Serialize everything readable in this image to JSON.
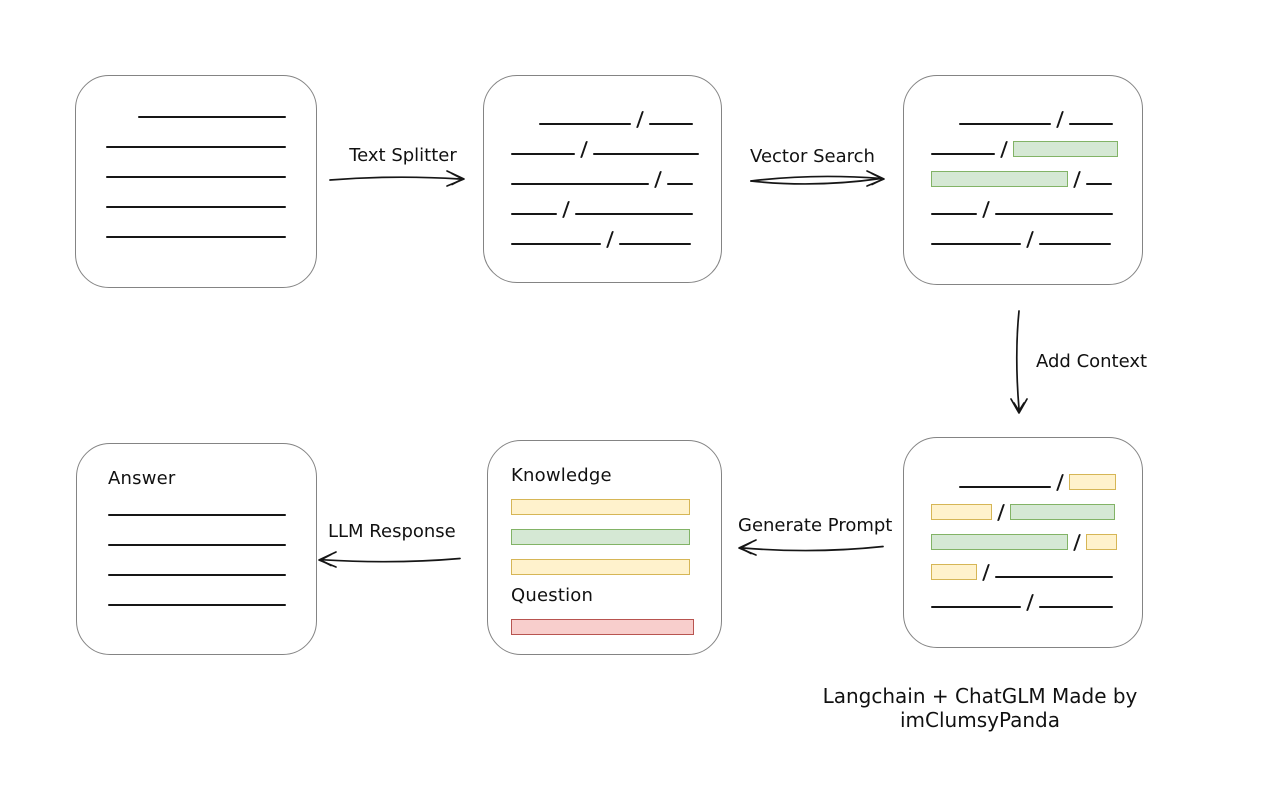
{
  "caption": "Langchain + ChatGLM Made by imClumsyPanda",
  "colors": {
    "ink": "#161616",
    "box_border": "#848484",
    "green_fill": "#d5e8d4",
    "green_border": "#82b366",
    "yellow_fill": "#fff2cc",
    "yellow_border": "#d6b656",
    "red_fill": "#f8cecc",
    "red_border": "#b85450"
  },
  "arrow_labels": {
    "text_splitter": "Text Splitter",
    "vector_search": "Vector Search",
    "add_context": "Add Context",
    "generate_prompt": "Generate Prompt",
    "llm_response": "LLM Response"
  },
  "boxes": {
    "source_document": {
      "rows": [
        {
          "ind": 32,
          "segs": [
            [
              "line",
              148
            ]
          ]
        },
        {
          "segs": [
            [
              "line",
              180
            ]
          ]
        },
        {
          "segs": [
            [
              "line",
              180
            ]
          ]
        },
        {
          "segs": [
            [
              "line",
              180
            ]
          ]
        },
        {
          "segs": [
            [
              "line",
              180
            ]
          ]
        }
      ]
    },
    "split_chunks": {
      "rows": [
        {
          "ind": 28,
          "segs": [
            [
              "line",
              92
            ],
            [
              "slash"
            ],
            [
              "line",
              44
            ]
          ]
        },
        {
          "segs": [
            [
              "line",
              64
            ],
            [
              "slash"
            ],
            [
              "line",
              106
            ]
          ]
        },
        {
          "segs": [
            [
              "line",
              138
            ],
            [
              "slash"
            ],
            [
              "line",
              26
            ]
          ]
        },
        {
          "segs": [
            [
              "line",
              46
            ],
            [
              "slash"
            ],
            [
              "line",
              118
            ]
          ]
        },
        {
          "segs": [
            [
              "line",
              90
            ],
            [
              "slash"
            ],
            [
              "line",
              72
            ]
          ]
        }
      ]
    },
    "matched_chunks": {
      "rows": [
        {
          "ind": 28,
          "segs": [
            [
              "line",
              92
            ],
            [
              "slash"
            ],
            [
              "line",
              44
            ]
          ]
        },
        {
          "segs": [
            [
              "line",
              64
            ],
            [
              "slash"
            ],
            [
              "green",
              103
            ]
          ]
        },
        {
          "segs": [
            [
              "green",
              135
            ],
            [
              "slash"
            ],
            [
              "line",
              26
            ]
          ]
        },
        {
          "segs": [
            [
              "line",
              46
            ],
            [
              "slash"
            ],
            [
              "line",
              118
            ]
          ]
        },
        {
          "segs": [
            [
              "line",
              90
            ],
            [
              "slash"
            ],
            [
              "line",
              72
            ]
          ]
        }
      ]
    },
    "context_chunks": {
      "rows": [
        {
          "ind": 28,
          "segs": [
            [
              "line",
              92
            ],
            [
              "slash"
            ],
            [
              "yellow",
              45
            ]
          ]
        },
        {
          "segs": [
            [
              "yellow",
              59
            ],
            [
              "slash"
            ],
            [
              "green",
              103
            ]
          ]
        },
        {
          "segs": [
            [
              "green",
              135
            ],
            [
              "slash"
            ],
            [
              "yellow",
              29
            ]
          ]
        },
        {
          "segs": [
            [
              "yellow",
              44
            ],
            [
              "slash"
            ],
            [
              "line",
              118
            ]
          ]
        },
        {
          "segs": [
            [
              "line",
              90
            ],
            [
              "slash"
            ],
            [
              "line",
              74
            ]
          ]
        }
      ]
    },
    "prompt": {
      "rows": [
        {
          "label": "Knowledge"
        },
        {
          "segs": [
            [
              "yellow",
              177
            ]
          ]
        },
        {
          "segs": [
            [
              "green",
              177
            ]
          ]
        },
        {
          "segs": [
            [
              "yellow",
              177
            ]
          ]
        },
        {
          "label": "Question"
        },
        {
          "segs": [
            [
              "red",
              181
            ]
          ]
        }
      ]
    },
    "answer": {
      "rows": [
        {
          "label": "Answer"
        },
        {
          "segs": [
            [
              "line",
              178
            ]
          ]
        },
        {
          "segs": [
            [
              "line",
              178
            ]
          ]
        },
        {
          "segs": [
            [
              "line",
              178
            ]
          ]
        },
        {
          "segs": [
            [
              "line",
              178
            ]
          ]
        }
      ]
    }
  }
}
